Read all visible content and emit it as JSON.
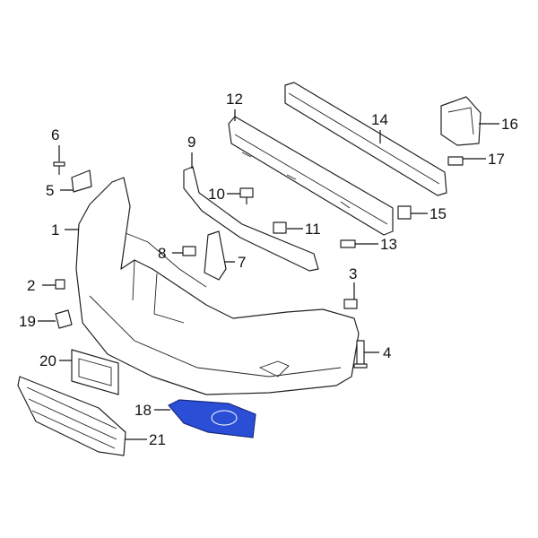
{
  "diagram": {
    "highlight_color": "#2a4fd6",
    "highlighted_part": "18",
    "callouts": [
      "1",
      "2",
      "3",
      "4",
      "5",
      "6",
      "7",
      "8",
      "9",
      "10",
      "11",
      "12",
      "13",
      "14",
      "15",
      "16",
      "17",
      "18",
      "19",
      "20",
      "21"
    ]
  }
}
